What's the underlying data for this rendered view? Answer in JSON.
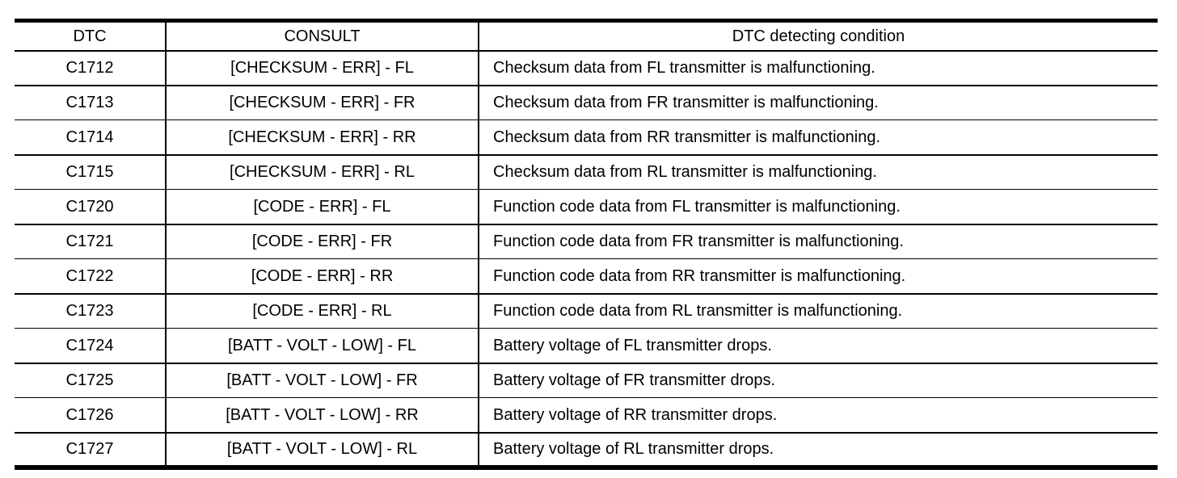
{
  "colors": {
    "background": "#ffffff",
    "text": "#000000",
    "border": "#000000"
  },
  "table": {
    "headers": [
      "DTC",
      "CONSULT",
      "DTC detecting condition"
    ],
    "rows": [
      [
        "C1712",
        "[CHECKSUM - ERR] - FL",
        "Checksum data from FL transmitter is malfunctioning."
      ],
      [
        "C1713",
        "[CHECKSUM - ERR] - FR",
        "Checksum data from FR transmitter is malfunctioning."
      ],
      [
        "C1714",
        "[CHECKSUM - ERR] - RR",
        "Checksum data from RR transmitter is malfunctioning."
      ],
      [
        "C1715",
        "[CHECKSUM - ERR] - RL",
        "Checksum data from RL transmitter is malfunctioning."
      ],
      [
        "C1720",
        "[CODE - ERR] - FL",
        "Function code data from FL transmitter is malfunctioning."
      ],
      [
        "C1721",
        "[CODE - ERR] - FR",
        "Function code data from FR transmitter is malfunctioning."
      ],
      [
        "C1722",
        "[CODE - ERR] - RR",
        "Function code data from RR transmitter is malfunctioning."
      ],
      [
        "C1723",
        "[CODE - ERR] - RL",
        "Function code data from RL transmitter is malfunctioning."
      ],
      [
        "C1724",
        "[BATT - VOLT - LOW] - FL",
        "Battery voltage of FL transmitter drops."
      ],
      [
        "C1725",
        "[BATT - VOLT - LOW] - FR",
        "Battery voltage of FR transmitter drops."
      ],
      [
        "C1726",
        "[BATT - VOLT - LOW] - RR",
        "Battery voltage of RR transmitter drops."
      ],
      [
        "C1727",
        "[BATT - VOLT - LOW] - RL",
        "Battery voltage of RL transmitter drops."
      ]
    ]
  }
}
